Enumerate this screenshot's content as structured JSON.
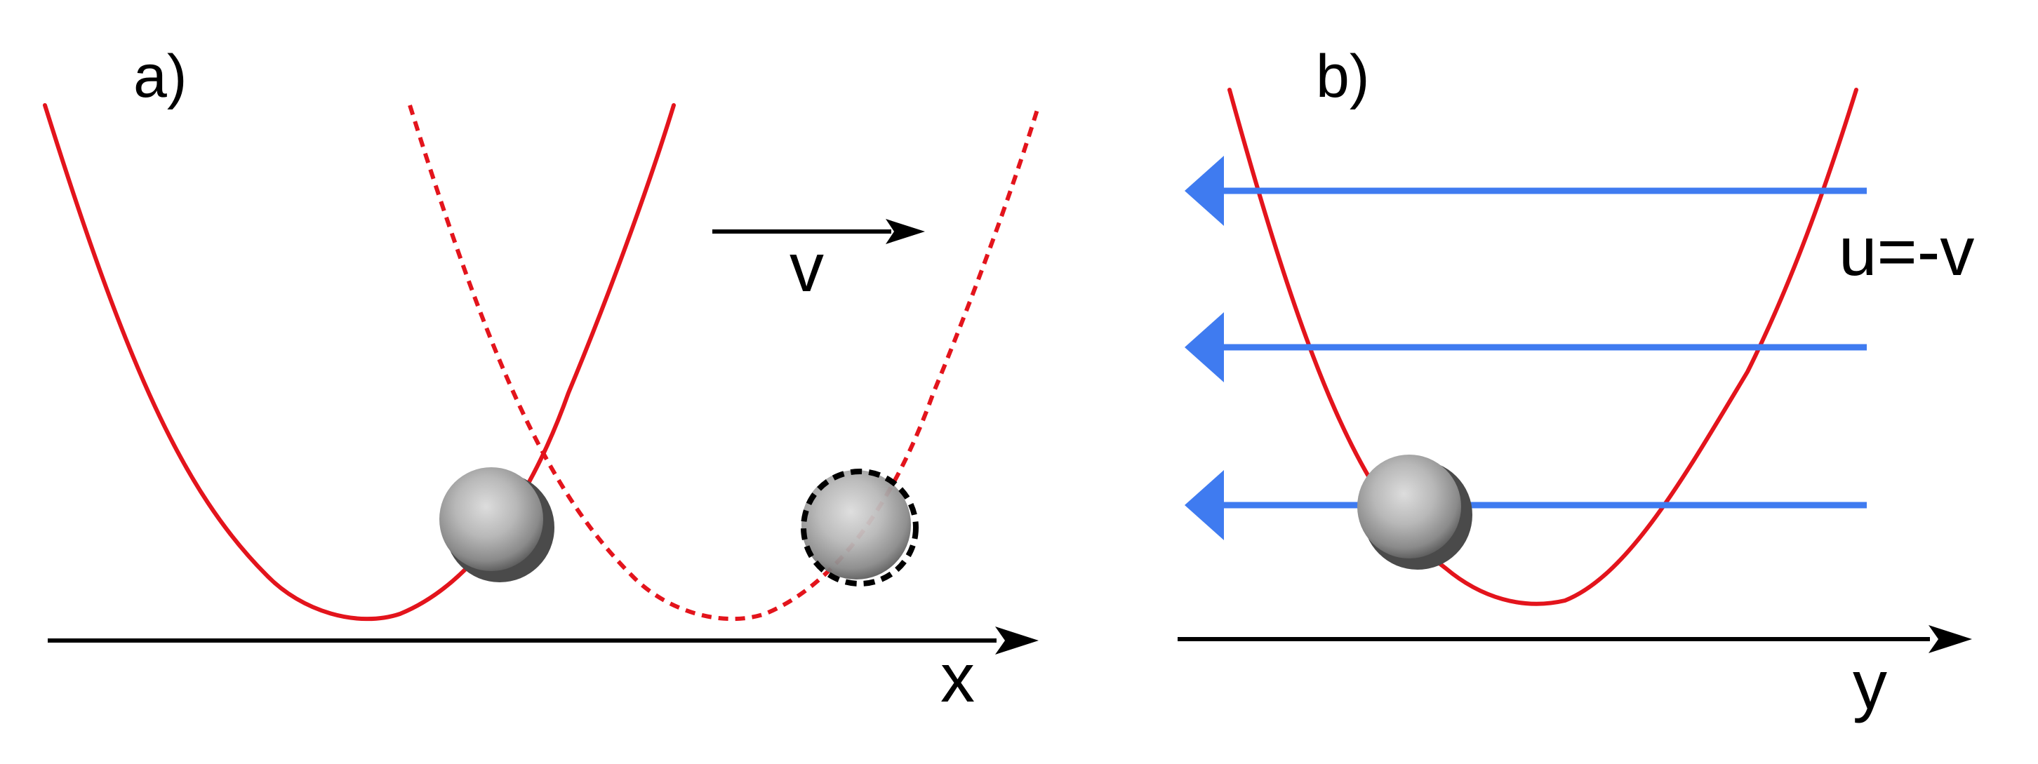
{
  "panels": [
    {
      "label": "a)",
      "axis_label": "x",
      "velocity_label": "v"
    },
    {
      "label": "b)",
      "axis_label": "y",
      "flow_label": "u=-v"
    }
  ],
  "colors": {
    "potential": "#e3141c",
    "flow": "#3f7bf0",
    "axis": "#000000",
    "ball_light": "#d9d9d9",
    "ball_dark": "#555555"
  }
}
